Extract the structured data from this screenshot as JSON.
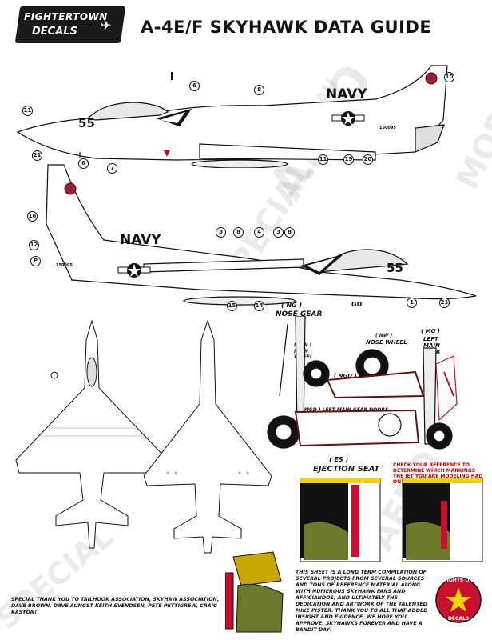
{
  "header": {
    "logo_line1": "FIGHTERTOWN",
    "logo_line2": "DECALS",
    "title": "A-4E/F SKYHAWK DATA GUIDE"
  },
  "aircraft": {
    "modex": "55",
    "service": "NAVY",
    "bureau_number": "150095"
  },
  "callouts_top": [
    "11",
    "6",
    "8",
    "10",
    "21",
    "6",
    "7",
    "11",
    "19",
    "20"
  ],
  "callouts_side": [
    "16",
    "8",
    "8",
    "4",
    "3",
    "8",
    "15",
    "14",
    "1",
    "21",
    "12",
    "P"
  ],
  "detail_labels": {
    "nose_gear_code": "( NG )",
    "nose_gear": "NOSE GEAR",
    "nose_wheel_code": "( NW )",
    "nose_wheel": "NOSE WHEEL",
    "main_wheel_code": "( MW )",
    "main_wheel": "MAIN WHEEL",
    "main_gear_code": "( MG )",
    "main_gear_l1": "LEFT",
    "main_gear_l2": "MAIN",
    "main_gear_l3": "GEAR",
    "nose_gear_door": "( NGD ) NOSE GEAR DOOR",
    "main_gear_doors": "( MGD ) LEFT MAIN GEAR DOORS",
    "gd": "GD",
    "ejection_seat_code": "( ES )",
    "ejection_seat": "EJECTION SEAT",
    "ejection_note": "CHECK YOUR REFERENCE TO DETERMINE WHICH MARKINGS THE JET YOU ARE MODELING HAD ON IT'S EJECTION SEAT"
  },
  "sheet_note": "THIS SHEET IS A LONG TERM COMPILATION OF SEVERAL PROJECTS FROM SEVERAL SOURCES AND TONS OF REFERENCE MATERIAL ALONG WITH NUMEROUS SKYHAWK FANS AND AFFICIANDOS, AND ULTIMATELY THE DEDICATION AND ARTWORK OF THE TALENTED MIKE PISTER. THANK YOU TO ALL THAT ADDED INSIGHT AND EVIDENCE. WE HOPE YOU APPROVE. SKYHAWKS FOREVER AND HAVE A BANDIT DAY!",
  "thanks": "SPECIAL THANK YOU TO TAILHOOK ASSOCIATION, SKYHAW ASSOCIATION, DAVE BROWN, DAVE AUNGST KEITH SVENDSEN, PETE PETTIGREW, CRAIG KASTON!",
  "badge": {
    "top": "FIGHTS ON",
    "bottom": "DECALS"
  },
  "watermark": [
    "SPECIAL",
    "AERO",
    "BAU",
    "MODEL",
    "SPECIAL",
    "AERO"
  ],
  "colors": {
    "red": "#c8102e",
    "dark": "#111111",
    "green_cockpit": "#6b7a2a",
    "yellow": "#f2d400"
  }
}
